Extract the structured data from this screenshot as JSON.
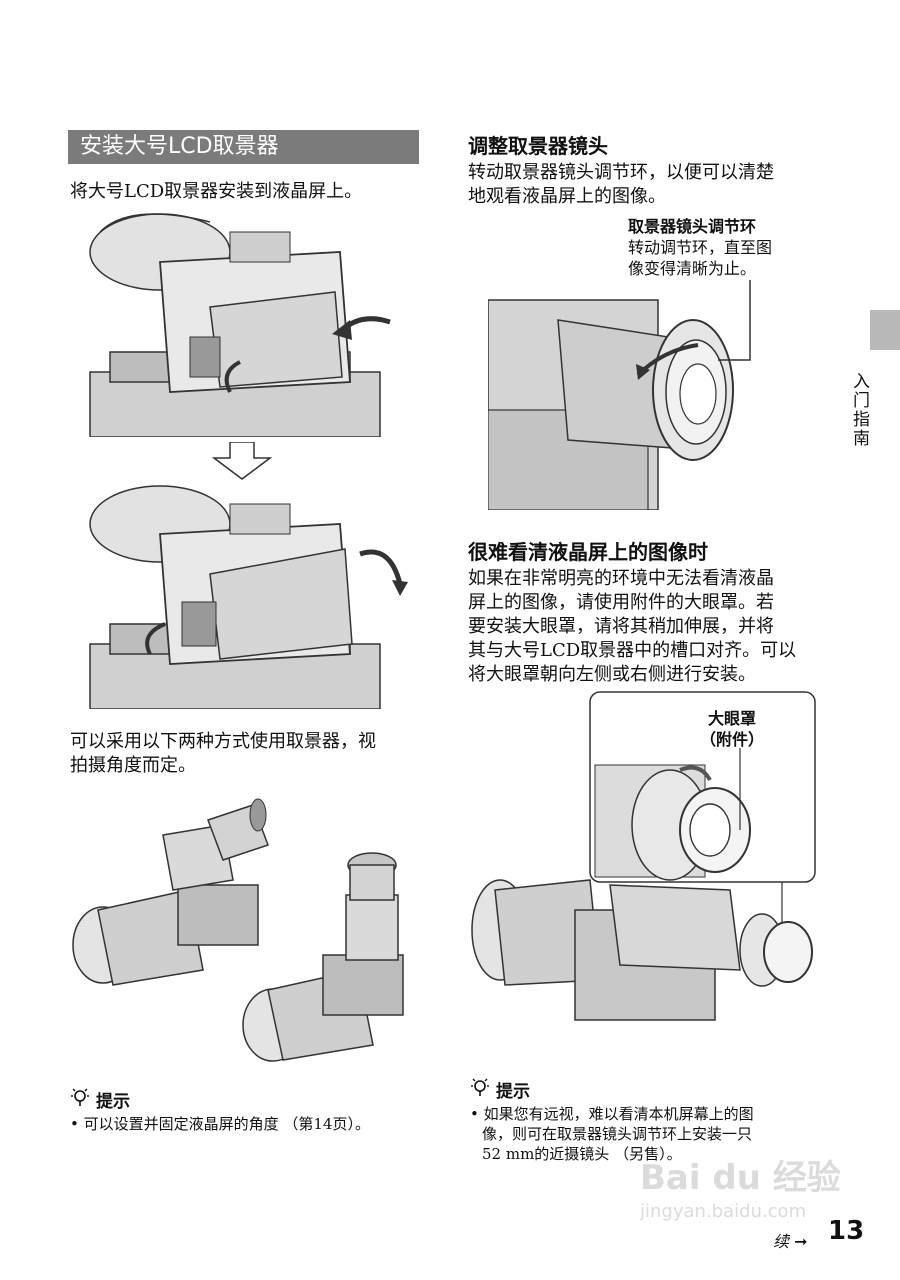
{
  "left": {
    "section_title": "安装大号LCD取景器",
    "intro": "将大号LCD取景器安装到液晶屏上。",
    "usage_line1": "可以采用以下两种方式使用取景器，视",
    "usage_line2": "拍摄角度而定。",
    "tip_title": "提示",
    "tip_bullet": "• 可以设置并固定液晶屏的角度 （第14页）。"
  },
  "right": {
    "heading1": "调整取景器镜头",
    "text1_line1": "转动取景器镜头调节环，以便可以清楚",
    "text1_line2": "地观看液晶屏上的图像。",
    "callout1_title": "取景器镜头调节环",
    "callout1_line1": "转动调节环，直至图",
    "callout1_line2": "像变得清晰为止。",
    "heading2": "很难看清液晶屏上的图像时",
    "text2_line1": "如果在非常明亮的环境中无法看清液晶",
    "text2_line2": "屏上的图像，请使用附件的大眼罩。若",
    "text2_line3": "要安装大眼罩，请将其稍加伸展，并将",
    "text2_line4": "其与大号LCD取景器中的槽口对齐。可以",
    "text2_line5": "将大眼罩朝向左侧或右侧进行安装。",
    "callout2_line1": "大眼罩",
    "callout2_line2": "（附件）",
    "tip_title": "提示",
    "tip_line1": "• 如果您有远视，难以看清本机屏幕上的图",
    "tip_line2": "像，则可在取景器镜头调节环上安装一只",
    "tip_line3": "52 mm的近摄镜头 （另售）。"
  },
  "side_label": "入门指南",
  "watermark": "Bai du 经验",
  "watermark_url": "jingyan.baidu.com",
  "footer": {
    "continued": "续",
    "page_number": "13"
  }
}
